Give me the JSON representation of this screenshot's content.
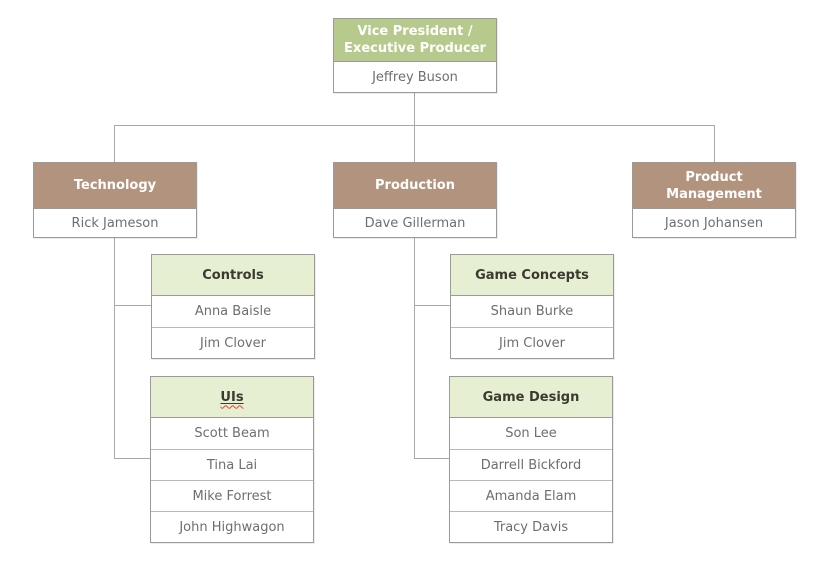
{
  "org_chart": {
    "root": {
      "title": "Vice President / Executive Producer",
      "name": "Jeffrey Buson"
    },
    "departments": [
      {
        "title": "Technology",
        "manager": "Rick Jameson"
      },
      {
        "title": "Production",
        "manager": "Dave Gillerman"
      },
      {
        "title": "Product Management",
        "manager": "Jason Johansen"
      }
    ],
    "teams": [
      {
        "title": "Controls",
        "parent": "Technology",
        "members": [
          "Anna Baisle",
          "Jim Clover"
        ]
      },
      {
        "title": "UIs",
        "parent": "Technology",
        "spellcheck_squiggle": true,
        "members": [
          "Scott Beam",
          "Tina Lai",
          "Mike Forrest",
          "John Highwagon"
        ]
      },
      {
        "title": "Game Concepts",
        "parent": "Production",
        "members": [
          "Shaun Burke",
          "Jim Clover"
        ]
      },
      {
        "title": "Game Design",
        "parent": "Production",
        "members": [
          "Son Lee",
          "Darrell Bickford",
          "Amanda Elam",
          "Tracy Davis"
        ]
      }
    ],
    "colors": {
      "root_header_bg": "#b7ca8d",
      "department_header_bg": "#b2937e",
      "team_header_bg": "#e6efd1",
      "header_text": "#ffffff",
      "team_header_text": "#3a3a30",
      "member_text": "#6e6e6e",
      "box_border": "#9a9a9a",
      "connector_line": "#a8a8a8",
      "spellcheck_underline": "#e04438"
    }
  }
}
